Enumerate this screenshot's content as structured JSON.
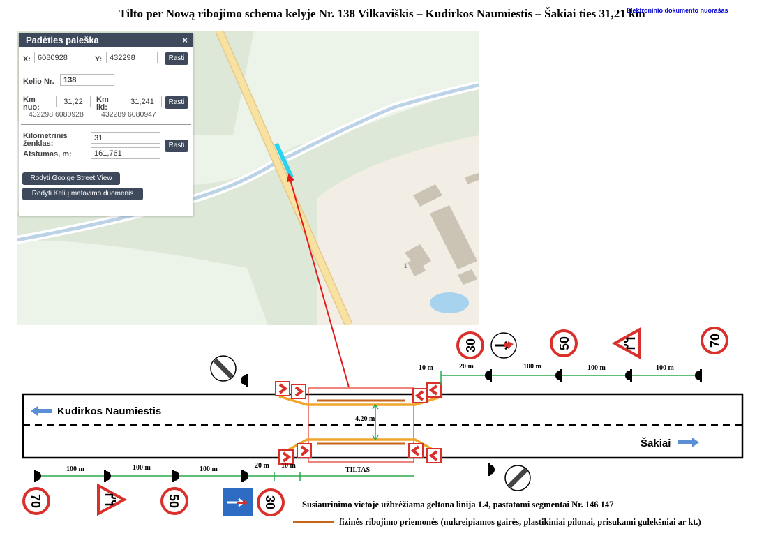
{
  "header": {
    "title": "Tilto per Nową ribojimo schema kelyje Nr. 138 Vilkaviškis – Kudirkos Naumiestis – Šakiai ties 31,21 km",
    "edoc_label": "Elektroninio dokumento nuorašas"
  },
  "search_panel": {
    "title": "Padėties paieška",
    "close": "×",
    "x_label": "X:",
    "x_value": "6080928",
    "y_label": "Y:",
    "y_value": "432298",
    "find_label": "Rasti",
    "road_label": "Kelio Nr.",
    "road_value": "138",
    "km_from_label_1": "Km",
    "km_from_label_2": "nuo:",
    "km_from_value": "31,22",
    "km_to_label_1": "Km",
    "km_to_label_2": "iki:",
    "km_to_value": "31,241",
    "coord_from": "432298 6080928",
    "coord_to": "432289 6080947",
    "marker_label_1": "Kilometrinis",
    "marker_label_2": "ženklas:",
    "marker_value": "31",
    "distance_label": "Atstumas, m:",
    "distance_value": "161,761",
    "street_view_button": "Rodyti Goolge Street View",
    "measure_button": "Rodyti Kelių matavimo duomenis"
  },
  "map": {
    "house_number": "1"
  },
  "diagram": {
    "dir_left": "Kudirkos Naumiestis",
    "dir_right": "Šakiai",
    "bridge_width": "4,20 m",
    "bridge_label": "TILTAS",
    "top_distances": [
      "10 m",
      "20 m",
      "100 m",
      "100 m",
      "100 m"
    ],
    "bottom_distances": [
      "100 m",
      "100 m",
      "100 m",
      "20 m",
      "10 m"
    ],
    "sign_speed_70": "70",
    "sign_speed_50": "50",
    "sign_speed_30": "30",
    "note": "Susiaurinimo vietoje užbrėžiama geltona linija 1.4, pastatomi segmentai Nr. 146 147",
    "legend": "fizinės ribojimo priemonės (nukreipiamos gairės, plastikiniai pilonai, prisukami gulekšniai ar kt.)"
  },
  "colors": {
    "panel_header": "#3e4a5b",
    "road_yellow": "#f3d37a",
    "highlight": "#29d3ee",
    "arrow": "#e21b1b",
    "sign_red": "#d9302b",
    "distance_green": "#2aa84a",
    "barrier_orange": "#f0a52b",
    "legend_line": "#c7651a",
    "direction_blue": "#5b8fd4"
  }
}
